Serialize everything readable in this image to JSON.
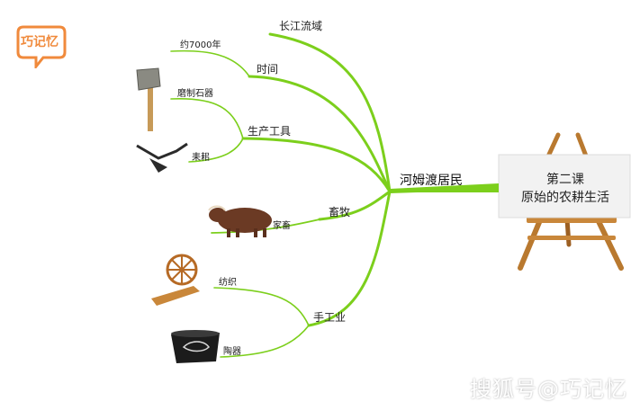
{
  "logo": {
    "text": "巧记忆"
  },
  "center": {
    "label": "河姆渡居民"
  },
  "board": {
    "line1": "第二课",
    "line2": "原始的农耕生活"
  },
  "branches": {
    "region": {
      "label": "长江流域"
    },
    "time": {
      "label": "时间",
      "sub": "约7000年"
    },
    "tools": {
      "label": "生产工具",
      "sub1": "磨制石器",
      "sub2": "耒耜"
    },
    "livestock": {
      "label": "畜牧",
      "sub": "家畜"
    },
    "craft": {
      "label": "手工业",
      "sub1": "纺织",
      "sub2": "陶器"
    }
  },
  "watermark": {
    "text": "搜狐号@巧记忆"
  },
  "colors": {
    "branch": "#7ccf1c",
    "logo": "#f08a3c",
    "board": "#f2f2f2",
    "easel": "#b9792f"
  }
}
